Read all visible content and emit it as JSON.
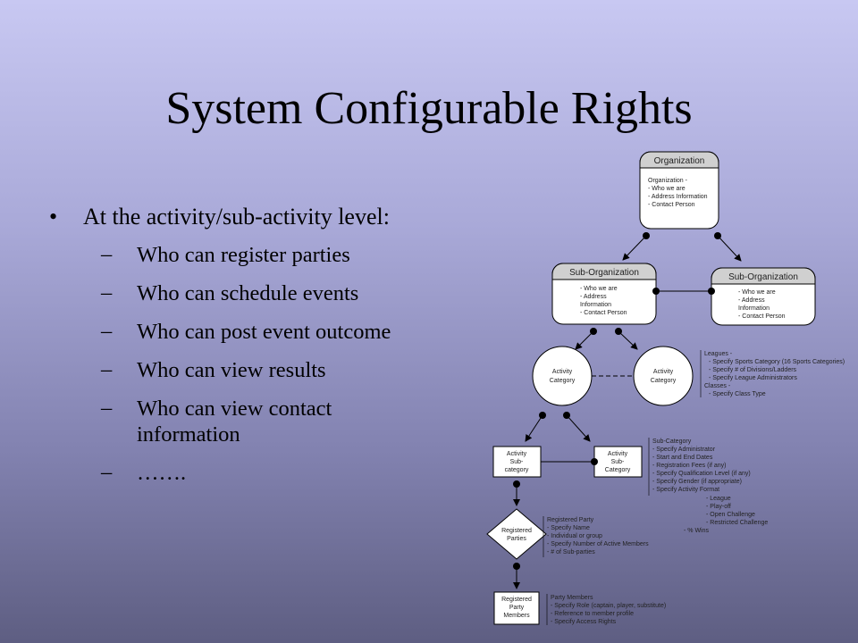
{
  "slide": {
    "title": "System Configurable Rights"
  },
  "bullets": {
    "main": "At the activity/sub-activity level:",
    "items": [
      "Who can register parties",
      "Who can schedule events",
      "Who can post event outcome",
      "Who can view results",
      "Who can view contact information",
      "……."
    ]
  },
  "diagram": {
    "organization": {
      "header": "Organization",
      "lines": [
        "Organization -",
        "- Who we are",
        "- Address Information",
        "- Contact Person"
      ]
    },
    "sub_org_left": {
      "header": "Sub-Organization",
      "lines": [
        "- Who we are",
        "- Address",
        "Information",
        "- Contact Person"
      ]
    },
    "sub_org_right": {
      "header": "Sub-Organization",
      "lines": [
        "- Who we are",
        "- Address",
        "Information",
        "- Contact Person"
      ]
    },
    "activity_category_1": [
      "Activity",
      "Category"
    ],
    "activity_category_2": [
      "Activity",
      "Category"
    ],
    "leagues_notes": [
      "Leagues -",
      "- Specify Sports Category (16 Sports Categories)",
      "- Specify # of Divisions/Ladders",
      "- Specify League Administrators",
      "Classes -",
      "- Specify Class Type"
    ],
    "activity_subcategory_1": [
      "Activity",
      "Sub-",
      "category"
    ],
    "activity_subcategory_2": [
      "Activity",
      "Sub-",
      "Category"
    ],
    "subcategory_notes": [
      "Sub-Category",
      "- Specify Administrator",
      "- Start and End Dates",
      "- Registration Fees (if any)",
      "- Specify Qualification Level (if any)",
      "- Specify Gender (if appropriate)",
      "- Specify Activity Format",
      "- League",
      "- Play-off",
      "- Open Challenge",
      "- Restricted Challenge",
      "- % Wins"
    ],
    "registered_parties": [
      "Registered",
      "Parties"
    ],
    "registered_party_notes": [
      "Registered Party",
      "- Specify Name",
      "- Individual or group",
      "- Specify Number of Active Members",
      "- # of Sub-parties"
    ],
    "registered_party_members": [
      "Registered",
      "Party",
      "Members"
    ],
    "party_member_notes": [
      "Party Members",
      "- Specify Role (captain, player, substitute)",
      "- Reference to member profile",
      "- Specify Access Rights"
    ]
  }
}
